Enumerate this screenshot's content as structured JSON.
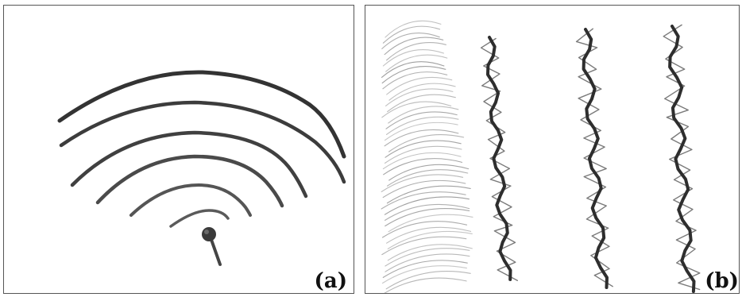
{
  "figure": {
    "panels": [
      {
        "id": "a",
        "label": "(a)"
      },
      {
        "id": "b",
        "label": "(b)"
      }
    ]
  },
  "colors": {
    "ink_dark": "#3a3a3a",
    "ink_mid": "#6a6a6a",
    "ink_light": "#9a9a9a",
    "border": "#555555"
  }
}
